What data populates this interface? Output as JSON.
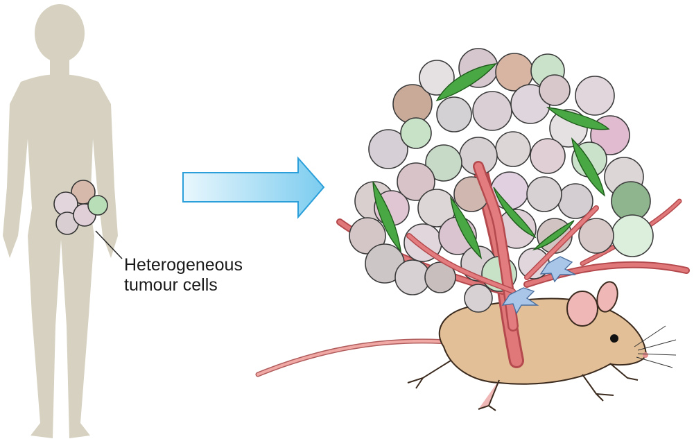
{
  "label": {
    "line1": "Heterogeneous",
    "line2": "tumour cells"
  },
  "icons": [
    "human-silhouette",
    "tumour-cell-cluster",
    "arrow-right",
    "tumour-mass",
    "blood-vessels",
    "mouse"
  ],
  "colors": {
    "silhouette": "#d6d1c0",
    "arrow": "#4fb8e6",
    "vessel": "#d86a6e",
    "fibroblast": "#49a843",
    "mouse_body": "#e2bf96",
    "mouse_tail": "#f1a9a6"
  }
}
